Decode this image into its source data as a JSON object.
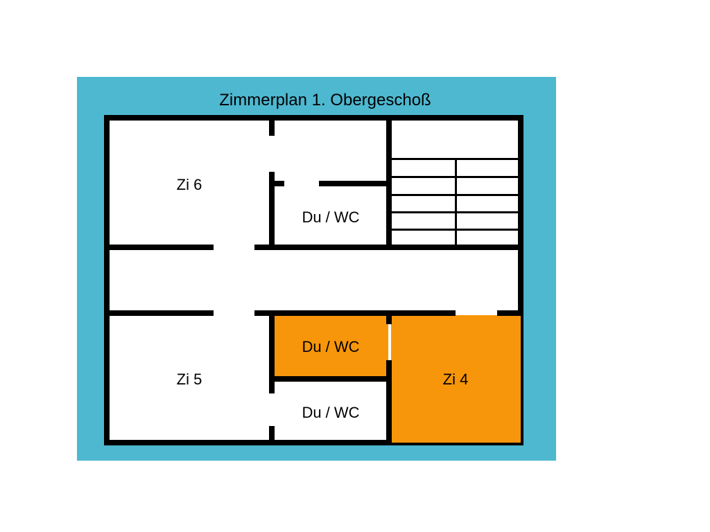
{
  "title": "Zimmerplan 1. Obergeschoß",
  "colors": {
    "frame": "#4db8d0",
    "wall": "#000000",
    "floor": "#ffffff",
    "highlight": "#f7960a"
  },
  "rooms": {
    "zi6": {
      "label": "Zi 6",
      "highlighted": false
    },
    "bath_top": {
      "label": "Du / WC",
      "highlighted": false
    },
    "stairs": {
      "label": "",
      "highlighted": false
    },
    "corridor": {
      "label": "",
      "highlighted": false
    },
    "bath_mid": {
      "label": "Du / WC",
      "highlighted": true
    },
    "bath_bottom": {
      "label": "Du / WC",
      "highlighted": false
    },
    "zi5": {
      "label": "Zi 5",
      "highlighted": false
    },
    "zi4": {
      "label": "Zi 4",
      "highlighted": true
    }
  }
}
